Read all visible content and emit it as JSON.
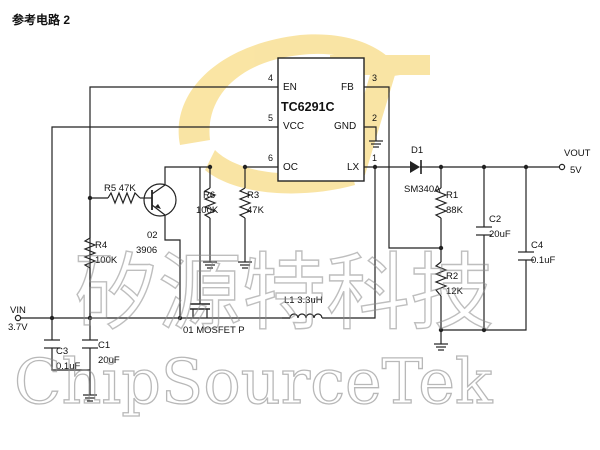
{
  "diagram": {
    "title": "参考电路 2",
    "ic": {
      "name": "TC6291C",
      "pins": [
        {
          "num": "4",
          "label": "EN"
        },
        {
          "num": "5",
          "label": "VCC"
        },
        {
          "num": "6",
          "label": "OC"
        },
        {
          "num": "3",
          "label": "FB"
        },
        {
          "num": "2",
          "label": "GND"
        },
        {
          "num": "1",
          "label": "LX"
        }
      ]
    },
    "components": {
      "r5": "R5 47K",
      "q2_name": "02",
      "q2_value": "3906",
      "r4_name": "R4",
      "r4_value": "100K",
      "r6_name": "R6",
      "r6_value": "100K",
      "r3_name": "R3",
      "r3_value": "47K",
      "l1": "L1  3.3uH",
      "q1": "01  MOSFET P",
      "d1_name": "D1",
      "d1_value": "SM340A",
      "r1_name": "R1",
      "r1_value": "88K",
      "r2_name": "R2",
      "r2_value": "12K",
      "c2_name": "C2",
      "c2_value": "20uF",
      "c4_name": "C4",
      "c4_value": "0.1uF",
      "c3_name": "C3",
      "c3_value": "0.1uF",
      "c1_name": "C1",
      "c1_value": "20uF"
    },
    "ports": {
      "vin_label": "VIN",
      "vin_value": "3.7V",
      "vout_label": "VOUT",
      "vout_value": "5V"
    },
    "watermark": {
      "chinese": "矽源特科技",
      "latin": "ChipSourceTek",
      "color": "#f5cf5a"
    }
  }
}
